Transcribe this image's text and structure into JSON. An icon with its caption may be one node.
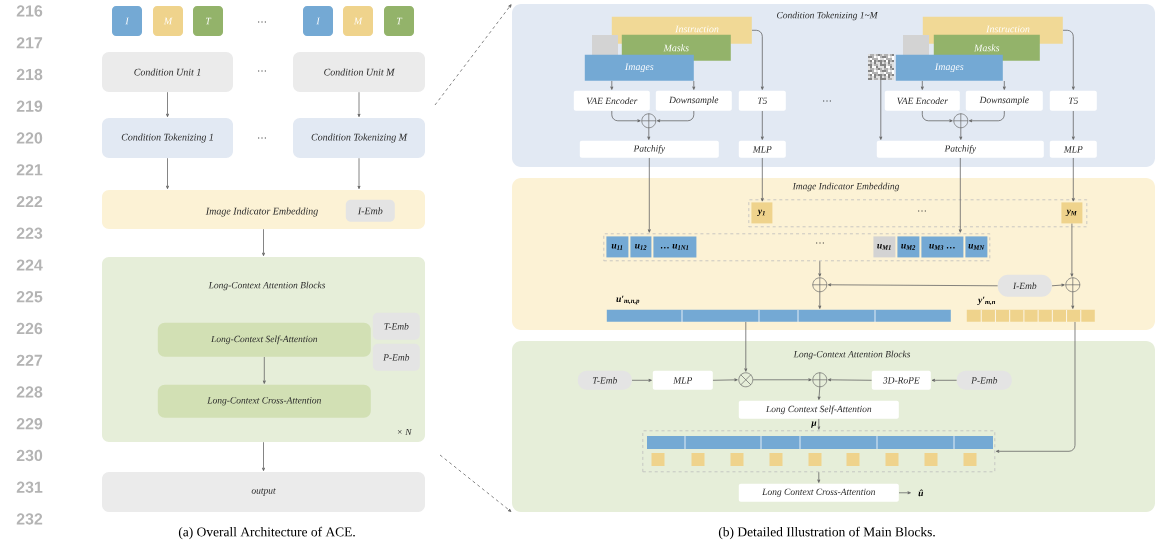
{
  "diagram": {
    "nodes": [
      {
        "text": [
          "I"
        ]
      },
      {
        "text": [
          "M"
        ]
      },
      {
        "text": [
          "T"
        ]
      },
      {
        "text": [
          "I"
        ]
      },
      {
        "text": [
          "M"
        ]
      },
      {
        "text": [
          "T"
        ]
      },
      {
        "text": [
          "Condition Unit 1"
        ]
      },
      {
        "text": [
          "Condition Unit M"
        ]
      },
      {
        "text": [
          "Condition Tokenizing 1"
        ]
      },
      {
        "text": [
          "Condition Tokenizing M"
        ]
      },
      {
        "text": [
          "Image Indicator Embedding"
        ]
      },
      {
        "text": [
          "I-Emb"
        ],
        "in": 10
      },
      {
        "text": [
          "Long-Context Attention Blocks",
          "× N"
        ]
      },
      {
        "text": [
          "Long-Context Self-Attention"
        ],
        "in": 12
      },
      {
        "text": [
          "T-Emb"
        ],
        "in": 12
      },
      {
        "text": [
          "P-Emb"
        ],
        "in": 12
      },
      {
        "text": [
          "Long-Context Cross-Attention"
        ],
        "in": 12
      },
      {
        "text": [
          "output"
        ]
      },
      {
        "text": [
          "Condition Tokenizing 1~M"
        ]
      },
      {
        "text": [
          "Instruction"
        ],
        "in": 18
      },
      {
        "text": [
          "Masks"
        ],
        "in": 18
      },
      {
        "text": [
          "Images"
        ],
        "in": 18
      },
      {
        "text": [
          "VAE Encoder"
        ],
        "in": 18
      },
      {
        "text": [
          "Downsample"
        ],
        "in": 18
      },
      {
        "text": [
          "T5"
        ],
        "in": 18
      },
      {
        "text": [],
        "shape": "circle",
        "in": 18
      },
      {
        "text": [
          "Patchify"
        ],
        "in": 18
      },
      {
        "text": [
          "MLP"
        ],
        "in": 18
      },
      {
        "text": [],
        "shape": "picture",
        "in": 18
      },
      {
        "text": [
          "Instruction"
        ],
        "in": 18
      },
      {
        "text": [
          "Masks"
        ],
        "in": 18
      },
      {
        "text": [
          "Images"
        ],
        "in": 18
      },
      {
        "text": [
          "VAE Encoder"
        ],
        "in": 18
      },
      {
        "text": [
          "Downsample"
        ],
        "in": 18
      },
      {
        "text": [
          "T5"
        ],
        "in": 18
      },
      {
        "text": [],
        "shape": "circle",
        "in": 18
      },
      {
        "text": [
          "Patchify"
        ],
        "in": 18
      },
      {
        "text": [
          "MLP"
        ],
        "in": 18
      },
      {
        "text": [
          "Image Indicator Embedding"
        ]
      },
      {
        "text": [],
        "shape": "box",
        "in": 38
      },
      {
        "text": [
          "y$_{1}$"
        ],
        "in": 39
      },
      {
        "text": [
          "y$_{M}$"
        ],
        "in": 39
      },
      {
        "text": [],
        "shape": "box",
        "in": 38
      },
      {
        "text": [
          "u$_{11}$"
        ],
        "in": 42
      },
      {
        "text": [
          "u$_{12}$"
        ],
        "in": 42
      },
      {
        "text": [
          "… u$_{1N1}$"
        ],
        "in": 42
      },
      {
        "text": [
          "u$_{M1}$"
        ],
        "in": 42
      },
      {
        "text": [
          "u$_{M2}$"
        ],
        "in": 42
      },
      {
        "text": [
          "u$_{M3}$ …"
        ],
        "in": 42
      },
      {
        "text": [
          "u$_{MN}$"
        ],
        "in": 42
      },
      {
        "text": [],
        "shape": "circle",
        "in": 38
      },
      {
        "text": [
          "I-Emb"
        ],
        "in": 38
      },
      {
        "text": [],
        "shape": "circle",
        "in": 38
      },
      {
        "text": [
          "u′$_{m,n,p}$"
        ],
        "in": 38
      },
      {
        "text": [
          "y′$_{m,n}$"
        ],
        "in": 38
      },
      {
        "text": [
          "Long-Context Attention Blocks"
        ]
      },
      {
        "text": [
          "T-Emb"
        ],
        "in": 55
      },
      {
        "text": [
          "MLP"
        ],
        "in": 55
      },
      {
        "text": [],
        "shape": "circle",
        "in": 55
      },
      {
        "text": [],
        "shape": "circle",
        "in": 55
      },
      {
        "text": [
          "3D-RoPE"
        ],
        "in": 55
      },
      {
        "text": [
          "P-Emb"
        ],
        "in": 55
      },
      {
        "text": [
          "Long Context Self-Attention"
        ],
        "in": 55
      },
      {
        "text": [],
        "shape": "box",
        "in": 55
      },
      {
        "text": [
          "Long Context Cross-Attention"
        ],
        "in": 55
      },
      {
        "text": [
          "û"
        ],
        "in": 55
      }
    ],
    "edges": [
      {
        "from": 6,
        "to": 8,
        "arrow": "to"
      },
      {
        "from": 7,
        "to": 9,
        "arrow": "to"
      },
      {
        "from": 8,
        "to": 10,
        "arrow": "to"
      },
      {
        "from": 9,
        "to": 10,
        "arrow": "to"
      },
      {
        "from": 10,
        "to": 12,
        "arrow": "to"
      },
      {
        "from": 13,
        "to": 16,
        "arrow": "to"
      },
      {
        "from": 12,
        "to": 17,
        "arrow": "to"
      },
      {
        "from": null,
        "to": 18,
        "arrow": "to",
        "style": "dashed"
      },
      {
        "from": null,
        "to": 55,
        "arrow": "to",
        "style": "dashed"
      },
      {
        "from": 19,
        "to": 24,
        "arrow": "to"
      },
      {
        "from": 24,
        "to": 27,
        "arrow": "to"
      },
      {
        "from": 21,
        "to": 22,
        "arrow": "to"
      },
      {
        "from": 21,
        "to": 23,
        "arrow": "to"
      },
      {
        "from": 22,
        "to": 25,
        "arrow": "to"
      },
      {
        "from": 23,
        "to": 25,
        "arrow": "to"
      },
      {
        "from": 25,
        "to": 26,
        "arrow": "to"
      },
      {
        "from": 28,
        "to": 36,
        "arrow": "to"
      },
      {
        "from": 29,
        "to": 34,
        "arrow": "to"
      },
      {
        "from": 34,
        "to": 37,
        "arrow": "to"
      },
      {
        "from": 31,
        "to": 32,
        "arrow": "to"
      },
      {
        "from": 31,
        "to": 33,
        "arrow": "to"
      },
      {
        "from": 32,
        "to": 35,
        "arrow": "to"
      },
      {
        "from": 33,
        "to": 35,
        "arrow": "to"
      },
      {
        "from": 35,
        "to": 36,
        "arrow": "to"
      },
      {
        "from": 26,
        "to": 42,
        "arrow": "to"
      },
      {
        "from": 27,
        "to": 40,
        "arrow": "to"
      },
      {
        "from": 36,
        "to": 42,
        "arrow": "to"
      },
      {
        "from": 37,
        "to": 41,
        "arrow": "to"
      },
      {
        "from": 42,
        "to": 50,
        "arrow": "to"
      },
      {
        "from": 51,
        "to": 50,
        "arrow": "to"
      },
      {
        "from": 51,
        "to": 52,
        "arrow": "to"
      },
      {
        "from": 41,
        "to": 52,
        "arrow": "to"
      },
      {
        "from": 50,
        "to": 53,
        "arrow": "to"
      },
      {
        "from": 52,
        "to": 54,
        "arrow": "to"
      },
      {
        "from": 53,
        "to": 58,
        "arrow": "to"
      },
      {
        "from": 54,
        "to": 63,
        "arrow": "to"
      },
      {
        "from": 56,
        "to": 57,
        "arrow": "to"
      },
      {
        "from": 57,
        "to": 58,
        "arrow": "to"
      },
      {
        "from": 58,
        "to": 59,
        "arrow": "to"
      },
      {
        "from": 61,
        "to": 60,
        "arrow": "to"
      },
      {
        "from": 60,
        "to": 59,
        "arrow": "to"
      },
      {
        "from": 59,
        "to": 62,
        "arrow": "to"
      },
      {
        "from": 62,
        "to": 63,
        "arrow": "to",
        "label": "μ"
      },
      {
        "from": 63,
        "to": 64,
        "arrow": "to"
      },
      {
        "from": 64,
        "to": 65,
        "arrow": "to"
      }
    ],
    "labels": [
      "216",
      "217",
      "218",
      "219",
      "220",
      "221",
      "222",
      "223",
      "224",
      "225",
      "226",
      "227",
      "228",
      "229",
      "230",
      "231",
      "232",
      "…",
      "…",
      "…",
      "…",
      "…",
      "…",
      "(a) Overall Architecture of ACE.",
      "(b) Detailed Illustration of Main Blocks."
    ]
  }
}
